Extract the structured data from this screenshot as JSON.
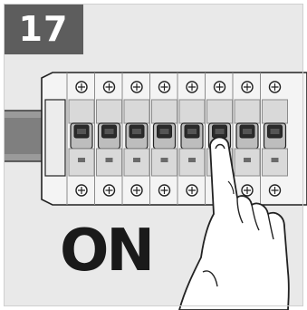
{
  "step": {
    "number": "17",
    "badge_color": "#5d5d5d"
  },
  "state_label": "ON",
  "colors": {
    "background": "#e9e9e9",
    "breaker_body": "#f4f4f4",
    "rail": "#7f7f7f",
    "lever": "#2b2b2b",
    "outline": "#222222"
  },
  "icons": {
    "breakers": "circuit-breaker-icon",
    "din_rail": "din-rail-icon",
    "finger": "pointing-finger-icon"
  },
  "breakers": [
    {
      "name": "breaker-1"
    },
    {
      "name": "breaker-2"
    },
    {
      "name": "breaker-3"
    },
    {
      "name": "breaker-4"
    },
    {
      "name": "breaker-5"
    },
    {
      "name": "breaker-6"
    },
    {
      "name": "breaker-7"
    },
    {
      "name": "breaker-8"
    }
  ]
}
